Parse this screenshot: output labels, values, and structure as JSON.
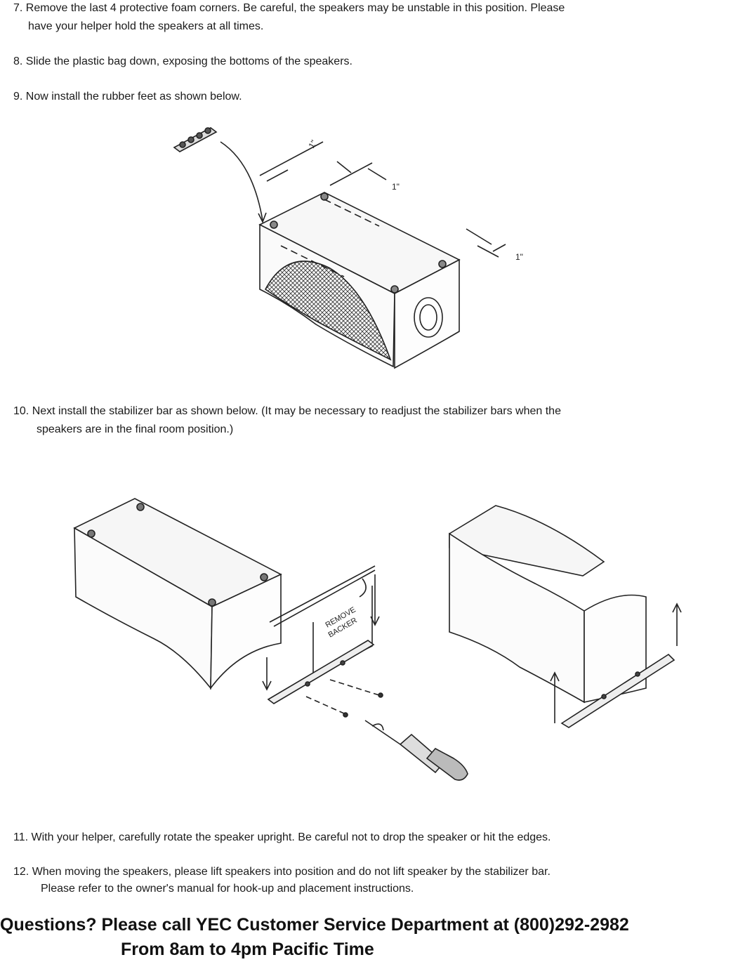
{
  "steps": {
    "s7": {
      "num": "7.",
      "line1": "Remove the last 4 protective foam corners. Be careful, the speakers may be unstable in this position. Please",
      "line2": "have your helper hold the speakers at all times."
    },
    "s8": {
      "num": "8.",
      "line1": "Slide the plastic bag down, exposing the bottoms of the speakers."
    },
    "s9": {
      "num": "9.",
      "line1": "Now install the rubber feet as shown below."
    },
    "s10": {
      "num": "10.",
      "line1": "Next install the stabilizer bar as shown below. (It may be necessary to readjust the stabilizer bars when the",
      "line2": "speakers are in the final room position.)"
    },
    "s11": {
      "num": "11.",
      "line1": "With your helper, carefully rotate the speaker upright. Be careful not to drop the speaker or hit the edges."
    },
    "s12": {
      "num": "12.",
      "line1": "When moving the speakers, please lift speakers into position and do not lift speaker by the stabilizer bar.",
      "line2": "Please refer to the owner's manual for hook-up and placement instructions."
    }
  },
  "figure1": {
    "dim_a": "1\"",
    "dim_b": "1\"",
    "dim_c": "1\""
  },
  "figure2": {
    "remove_label": "REMOVE",
    "backer_label": "BACKER"
  },
  "footer": {
    "line1": "Questions? Please call YEC Customer Service Department at (800)292-2982",
    "line2": "From 8am to 4pm Pacific Time"
  }
}
